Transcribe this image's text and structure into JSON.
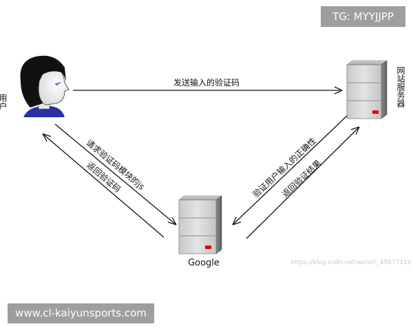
{
  "badges": {
    "top_right": "TG: MYYJJPP",
    "bottom_left": "www.cl-kaiyunsports.com"
  },
  "nodes": {
    "user": "用户",
    "website_server": "网站服务器",
    "google": "Google"
  },
  "edges": {
    "user_to_server": "发送输入的验证码",
    "user_to_google": "请求验证码模块的js",
    "google_to_user": "返回验证码",
    "server_to_google": "验证用户输入的正确性",
    "google_to_server": "返回验证结果"
  },
  "watermark": "https://blog.csdn.net/weixin_45677119",
  "colors": {
    "server_indicator": "#e0000a",
    "badge_bg": "#9e9e9e",
    "face_hair": "#111111",
    "shirt": "#2c2ea6"
  }
}
